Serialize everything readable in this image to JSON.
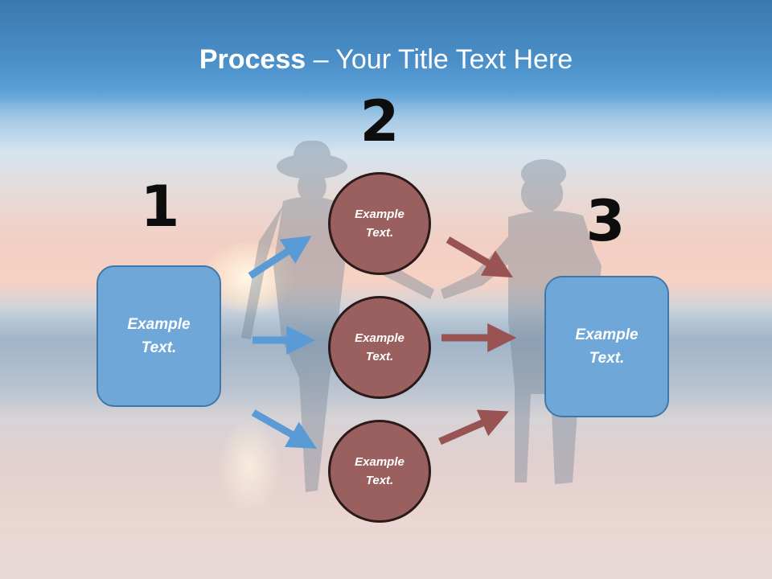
{
  "title": {
    "strong": "Process",
    "rest": " – Your Title Text Here"
  },
  "steps": {
    "one": "1",
    "two": "2",
    "three": "3"
  },
  "left_box": {
    "text": "Example Text."
  },
  "right_box": {
    "text": "Example Text."
  },
  "circles": [
    {
      "text": "Example Text."
    },
    {
      "text": "Example Text."
    },
    {
      "text": "Example Text."
    }
  ],
  "colors": {
    "box_fill": "#6ea7d8",
    "box_border": "#4277a8",
    "circle_fill": "#9a5f5f",
    "circle_border": "#2c1a1a",
    "blue_arrow": "#5b9bd5",
    "red_arrow": "#9a5353",
    "title_band": "#4a8ec8"
  }
}
